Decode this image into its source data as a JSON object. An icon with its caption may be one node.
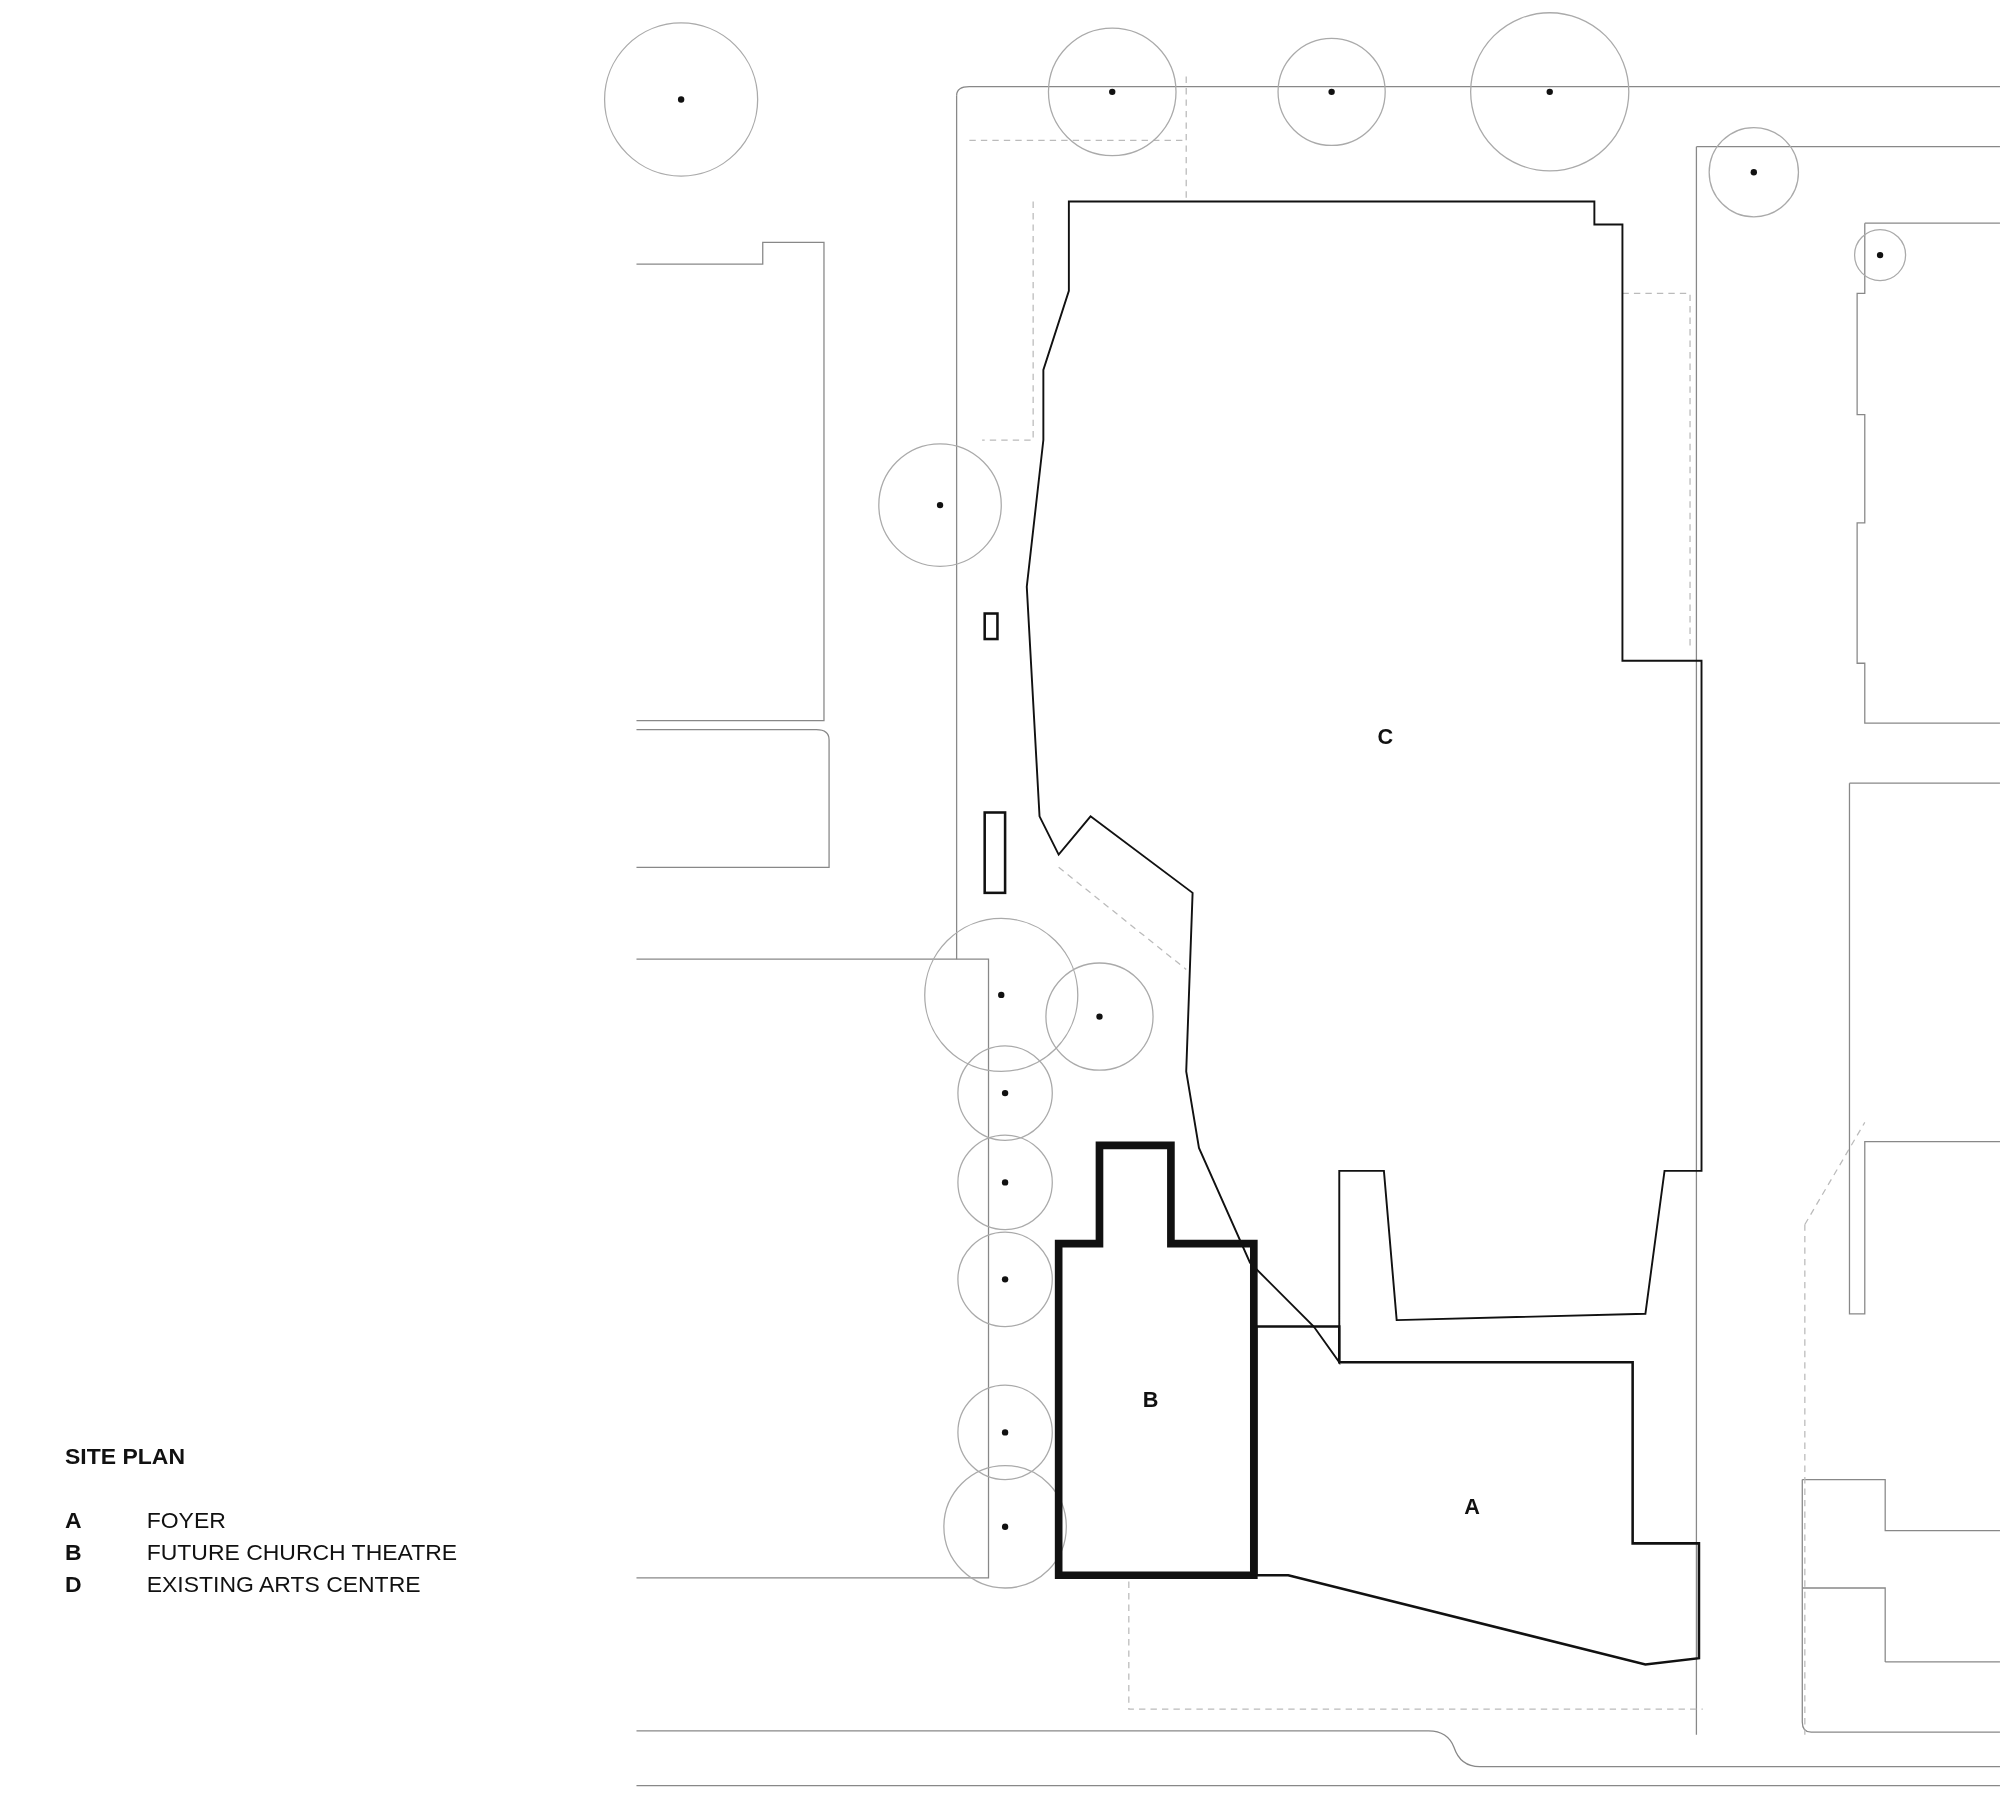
{
  "diagram": {
    "title": "SITE PLAN",
    "nodes": [
      {
        "text": [
          "C"
        ]
      },
      {
        "text": [
          "B"
        ]
      },
      {
        "text": [
          "A"
        ]
      }
    ],
    "labels": [
      "A",
      "FOYER",
      "B",
      "FUTURE CHURCH THEATRE",
      "D",
      "EXISTING ARTS CENTRE"
    ]
  }
}
